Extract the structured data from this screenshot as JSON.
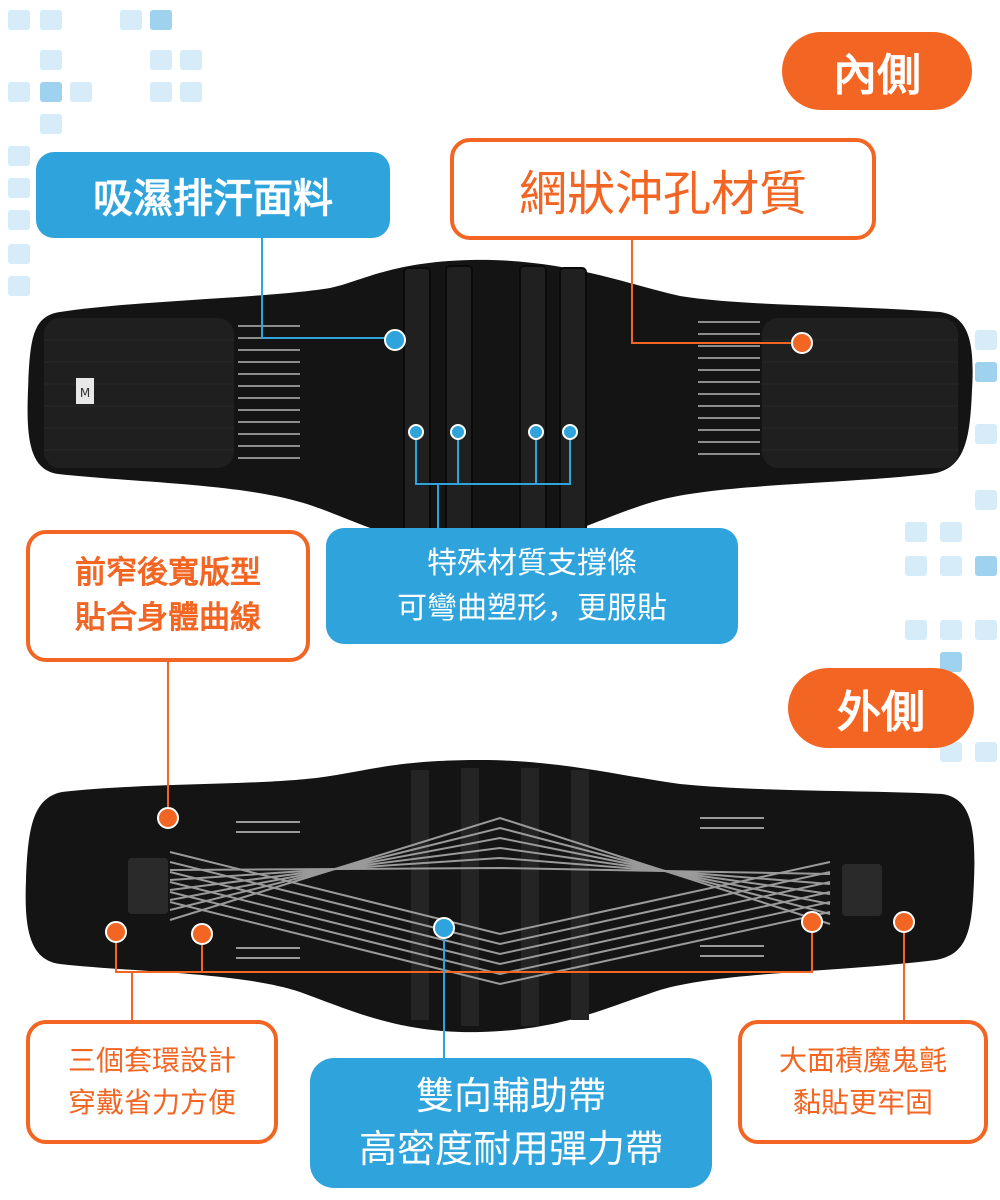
{
  "colors": {
    "blue": "#2ea3dc",
    "orange": "#f26522",
    "belt": "#141414",
    "stripe": "#9a9a9a"
  },
  "inside": {
    "side_label": "內側",
    "fabric_label": "吸濕排汗面料",
    "mesh_label": "網狀沖孔材質",
    "stays_label_line1": "特殊材質支撐條",
    "stays_label_line2": "可彎曲塑形，更服貼",
    "size_tag": "M"
  },
  "outside": {
    "side_label": "外側",
    "shape_label_line1": "前窄後寬版型",
    "shape_label_line2": "貼合身體曲線",
    "loops_label_line1": "三個套環設計",
    "loops_label_line2": "穿戴省力方便",
    "straps_label_line1": "雙向輔助帶",
    "straps_label_line2": "高密度耐用彈力帶",
    "velcro_label_line1": "大面積魔鬼氈",
    "velcro_label_line2": "黏貼更牢固"
  }
}
